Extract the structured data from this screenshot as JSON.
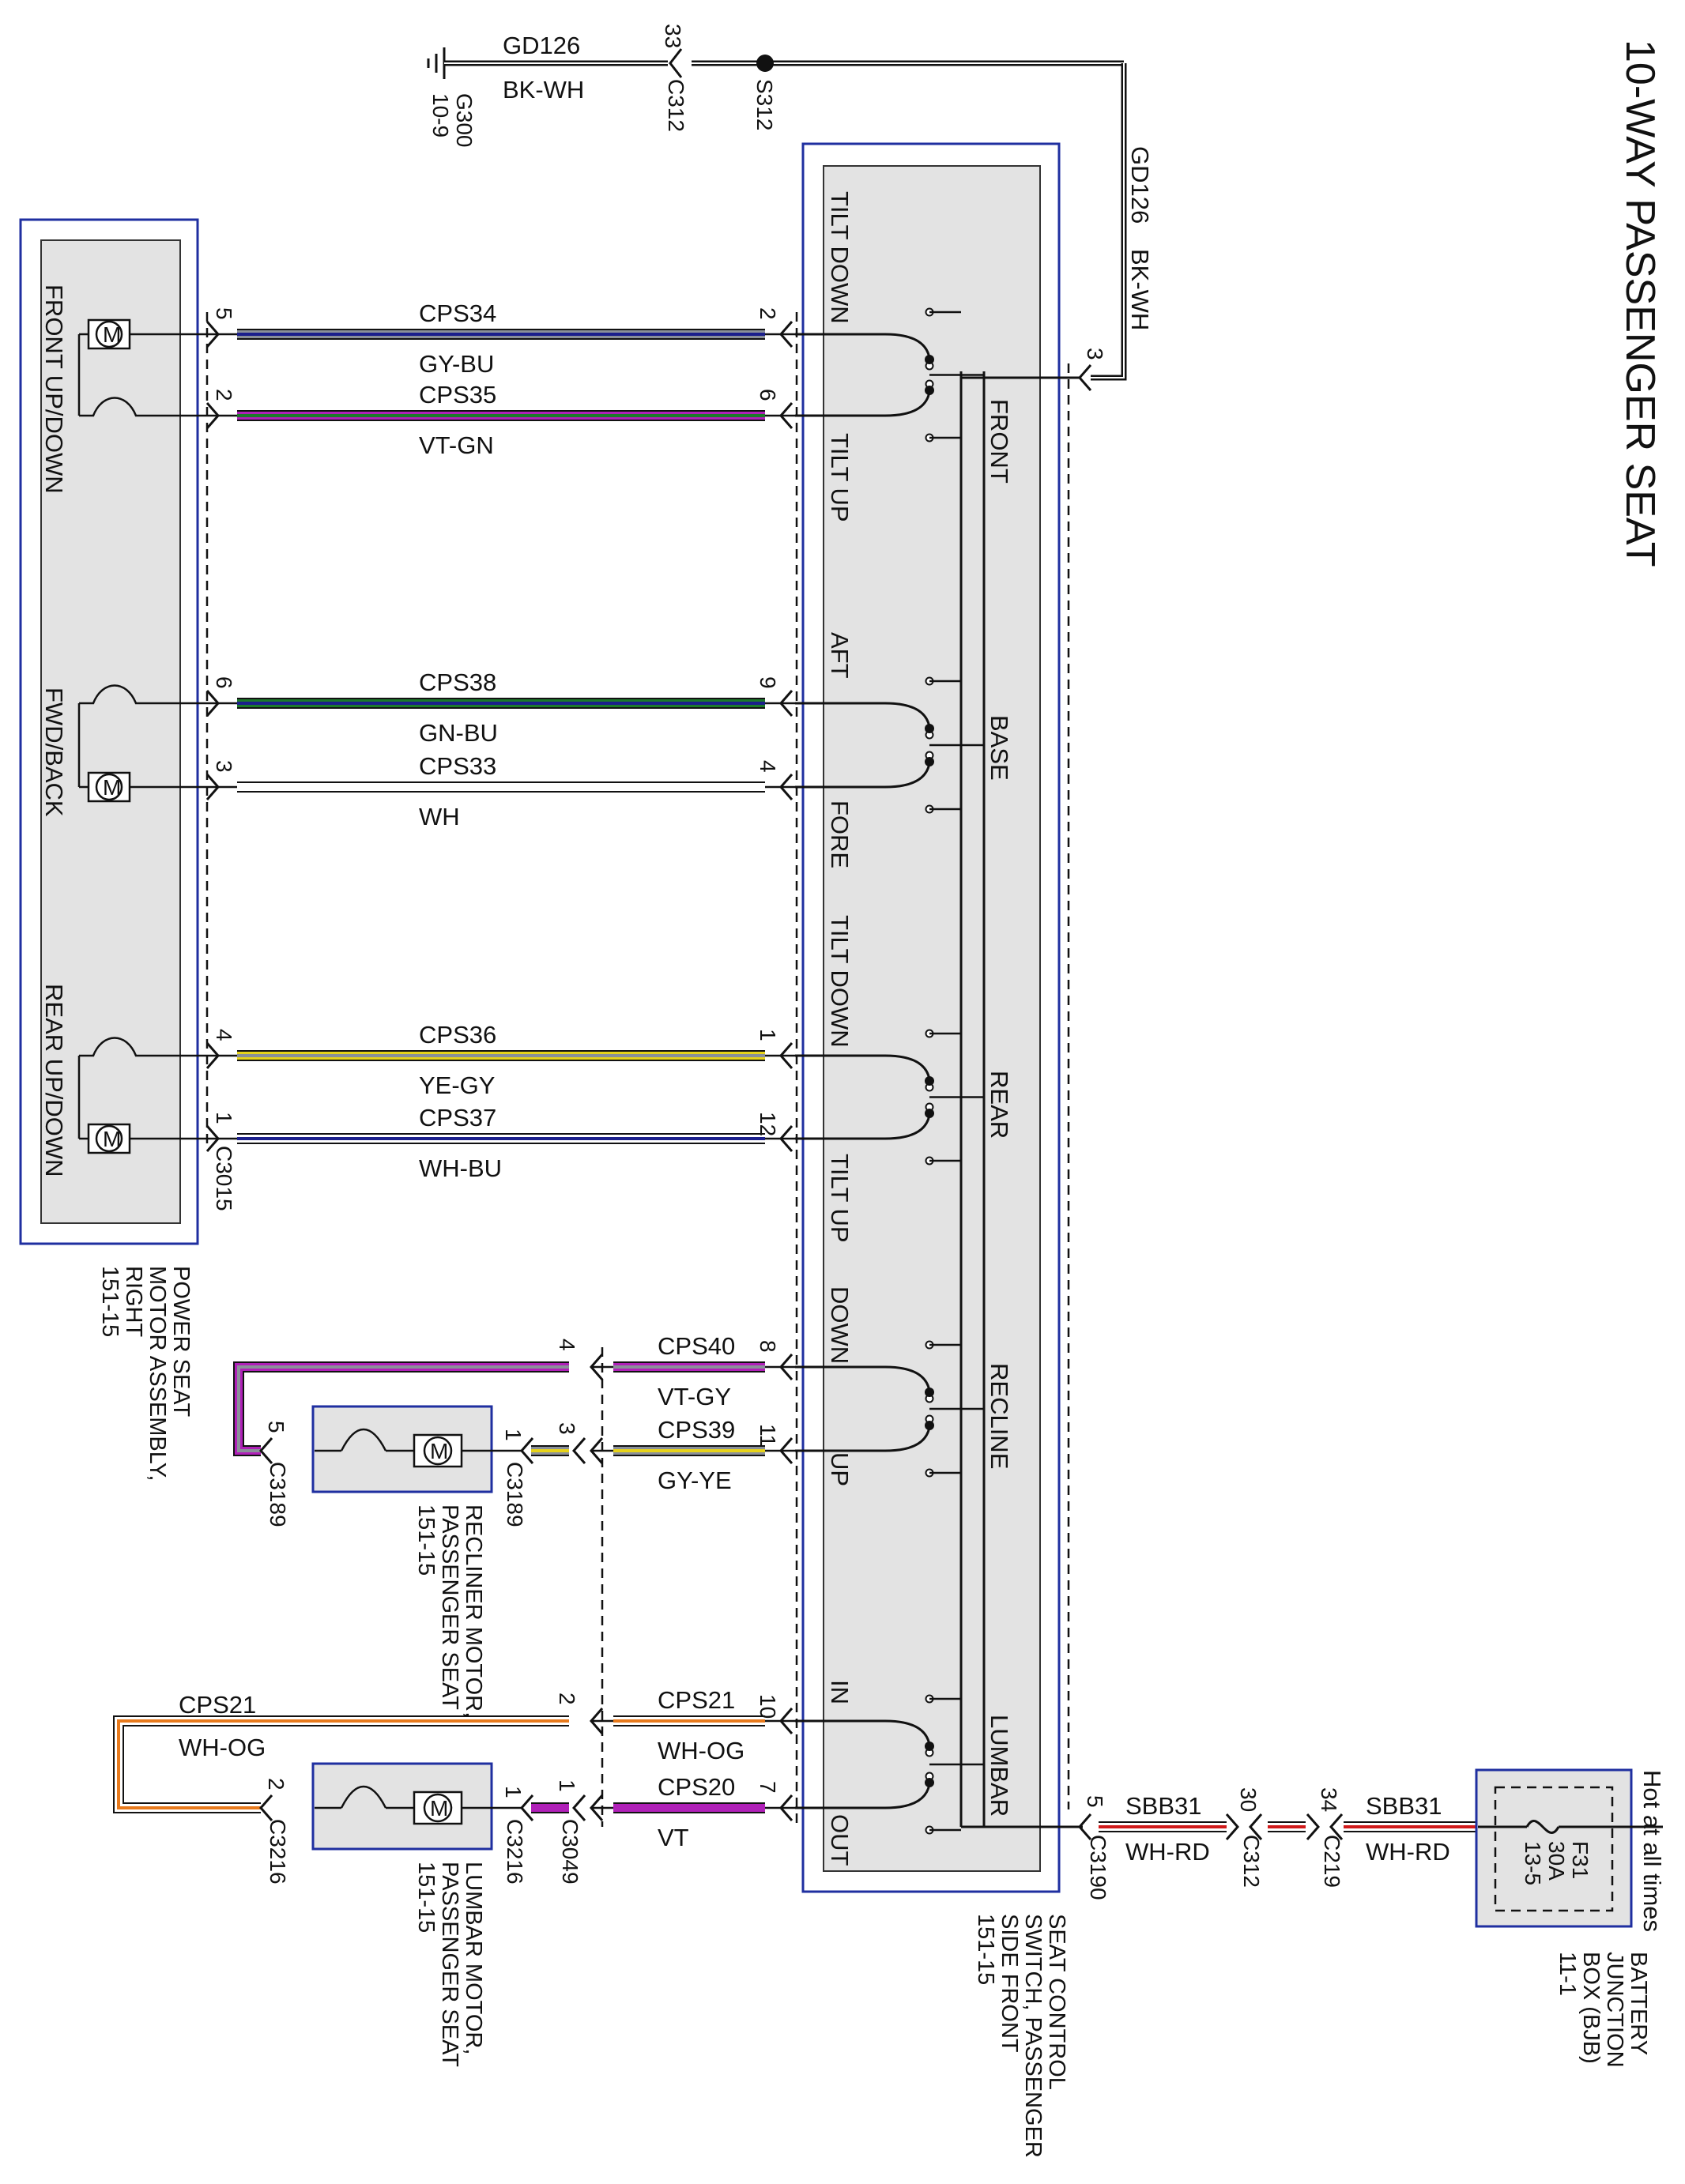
{
  "title": "10-WAY PASSENGER SEAT",
  "colors": {
    "GY-BU": {
      "a": "#8a9099",
      "b": "#1b1f8c"
    },
    "VT-GN": {
      "a": "#b020b8",
      "b": "#1c7a2a"
    },
    "GN-BU": {
      "a": "#1c7a2a",
      "b": "#1b1f8c"
    },
    "WH": {
      "a": "#ffffff",
      "b": "#ffffff"
    },
    "YE-GY": {
      "a": "#e6d21a",
      "b": "#8a9099"
    },
    "WH-BU": {
      "a": "#ffffff",
      "b": "#1b1f8c"
    },
    "VT-GY": {
      "a": "#b020b8",
      "b": "#8a9099"
    },
    "GY-YE": {
      "a": "#8a9099",
      "b": "#e6d21a"
    },
    "WH-OG": {
      "a": "#ffffff",
      "b": "#e87a1c"
    },
    "VT": {
      "a": "#b020b8",
      "b": "#b020b8"
    },
    "WH-RD": {
      "a": "#ffffff",
      "b": "#d11a1a"
    },
    "BK-WH": {
      "a": "#111111",
      "b": "#ffffff"
    },
    "frame": "#1f2fa0",
    "box": "#e3e3e3"
  },
  "ground": {
    "circuit": "GD126",
    "color": "BK-WH",
    "location": "G300",
    "page": "10-9",
    "connector_pin": "33",
    "connector": "C312",
    "splice": "S312"
  },
  "ground_drop": {
    "circuit": "GD126",
    "color": "BK-WH",
    "pin": "3"
  },
  "motor_assembly": {
    "name": [
      "POWER SEAT",
      "MOTOR ASSEMBLY,",
      "RIGHT",
      "151-15"
    ],
    "connector": "C3015",
    "sections": [
      "FRONT UP/DOWN",
      "FWD/BACK",
      "REAR UP/DOWN"
    ],
    "motor_symbol": "M"
  },
  "switch": {
    "name": [
      "SEAT CONTROL",
      "SWITCH, PASSENGER",
      "SIDE FRONT",
      "151-15"
    ],
    "connector": "C3190",
    "power_pin": "5",
    "groups": [
      {
        "name": "FRONT",
        "labels": [
          "TILT DOWN",
          "TILT UP"
        ]
      },
      {
        "name": "BASE",
        "labels": [
          "AFT",
          "FORE"
        ]
      },
      {
        "name": "REAR",
        "labels": [
          "TILT DOWN",
          "TILT UP"
        ]
      },
      {
        "name": "RECLINE",
        "labels": [
          "DOWN",
          "UP"
        ]
      },
      {
        "name": "LUMBAR",
        "labels": [
          "IN",
          "OUT"
        ]
      }
    ]
  },
  "wires": [
    {
      "circuit": "CPS34",
      "color": "GY-BU",
      "motor_pin": "5",
      "switch_pin": "2"
    },
    {
      "circuit": "CPS35",
      "color": "VT-GN",
      "motor_pin": "2",
      "switch_pin": "6"
    },
    {
      "circuit": "CPS38",
      "color": "GN-BU",
      "motor_pin": "6",
      "switch_pin": "9"
    },
    {
      "circuit": "CPS33",
      "color": "WH",
      "motor_pin": "3",
      "switch_pin": "4"
    },
    {
      "circuit": "CPS36",
      "color": "YE-GY",
      "motor_pin": "4",
      "switch_pin": "1"
    },
    {
      "circuit": "CPS37",
      "color": "WH-BU",
      "motor_pin": "1",
      "switch_pin": "12"
    },
    {
      "circuit": "CPS40",
      "color": "VT-GY",
      "inline_pin": "4",
      "switch_pin": "8"
    },
    {
      "circuit": "CPS39",
      "color": "GY-YE",
      "inline_pin": "3",
      "switch_pin": "11"
    },
    {
      "circuit": "CPS21",
      "color": "WH-OG",
      "inline_pin": "2",
      "switch_pin": "10"
    },
    {
      "circuit": "CPS20",
      "color": "VT",
      "inline_pin": "1",
      "switch_pin": "7"
    }
  ],
  "recliner": {
    "name": [
      "RECLINER MOTOR,",
      "PASSENGER SEAT",
      "151-15"
    ],
    "pin_left": "5",
    "connector_left": "C3189",
    "pin_right": "1",
    "connector_right": "C3189"
  },
  "lumbar": {
    "name": [
      "LUMBAR MOTOR,",
      "PASSENGER SEAT",
      "151-15"
    ],
    "pin_left": "2",
    "connector_left": "C3216",
    "pin_right": "1",
    "connector_right": "C3216",
    "inline_connector": "C3049",
    "return_circuit": "CPS21",
    "return_color": "WH-OG"
  },
  "power": {
    "circuit": "SBB31",
    "color": "WH-RD",
    "pin_c312": "30",
    "connector_c312": "C312",
    "pin_c219": "34",
    "connector_c219": "C219",
    "hot_label": "Hot at all times"
  },
  "bjb": {
    "name": [
      "BATTERY",
      "JUNCTION",
      "BOX (BJB)",
      "11-1"
    ],
    "fuse": "F31",
    "rating": "30A",
    "page": "13-5"
  }
}
